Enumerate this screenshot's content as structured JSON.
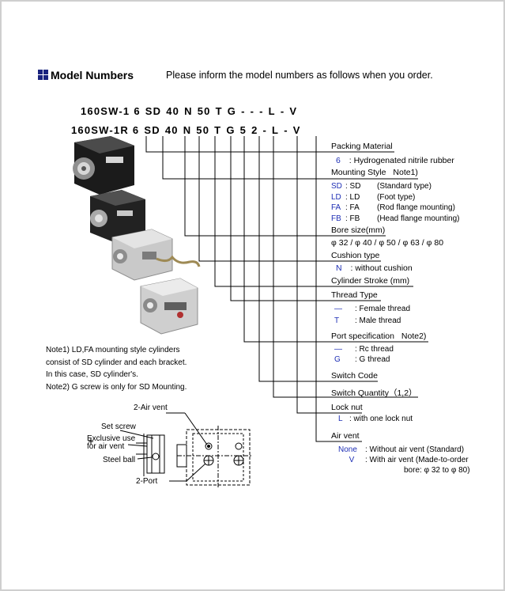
{
  "heading": {
    "title": "Model Numbers",
    "instruction": "Please inform the model numbers as follows when you order."
  },
  "codes": {
    "line1": "160SW-1 6 SD 40 N 50 T G - - - L - V",
    "line2": "160SW-1R 6 SD 40 N 50 T G 5 2 - L - V"
  },
  "sections": {
    "packing": {
      "title": "Packing Material",
      "code": "6",
      "desc": ": Hydrogenated nitrile rubber"
    },
    "mounting": {
      "title": "Mounting Style",
      "note": "Note1)",
      "items": [
        {
          "code": "SD",
          "name": ": SD",
          "desc": "(Standard type)"
        },
        {
          "code": "LD",
          "name": ": LD",
          "desc": "(Foot type)"
        },
        {
          "code": "FA",
          "name": ": FA",
          "desc": "(Rod flange mounting)"
        },
        {
          "code": "FB",
          "name": ": FB",
          "desc": "(Head flange mounting)"
        }
      ]
    },
    "bore": {
      "title": "Bore size(mm)",
      "values": "φ 32 / φ 40 / φ 50 / φ 63 / φ 80"
    },
    "cushion": {
      "title": "Cushion type",
      "code": "N",
      "desc": ": without cushion"
    },
    "stroke": {
      "title": "Cylinder Stroke (mm)"
    },
    "thread": {
      "title": "Thread Type",
      "items": [
        {
          "code": "—",
          "desc": ": Female thread"
        },
        {
          "code": "T",
          "desc": ": Male thread"
        }
      ]
    },
    "port": {
      "title": "Port specification",
      "note": "Note2)",
      "items": [
        {
          "code": "—",
          "desc": ": Rc thread"
        },
        {
          "code": "G",
          "desc": ": G thread"
        }
      ]
    },
    "switch_code": {
      "title": "Switch Code"
    },
    "switch_qty": {
      "title": "Switch Quantity（1,2）"
    },
    "lock_nut": {
      "title": "Lock nut",
      "code": "L",
      "desc": ": with one lock nut"
    },
    "air_vent": {
      "title": "Air vent",
      "items": [
        {
          "code": "None",
          "desc": ": Without air vent (Standard)"
        },
        {
          "code": "V",
          "desc": ": With air vent (Made-to-order"
        }
      ],
      "extra": "bore: φ 32 to φ 80)"
    }
  },
  "notes": [
    "Note1) LD,FA mounting style cylinders",
    "consist of SD cylinder and each bracket.",
    "In this case, SD cylinder's.",
    "Note2) G screw is only for SD Mounting."
  ],
  "diagram": {
    "air_vent_label": "2-Air vent",
    "set_screw": "Set screw",
    "exclusive_use_1": "Exclusive use",
    "exclusive_use_2": "for air vent",
    "steel_ball": "Steel ball",
    "port_label": "2-Port"
  },
  "colors": {
    "accent": "#1e2fb5",
    "heading_icon": "#1a237e",
    "border": "#cfcfcf"
  }
}
